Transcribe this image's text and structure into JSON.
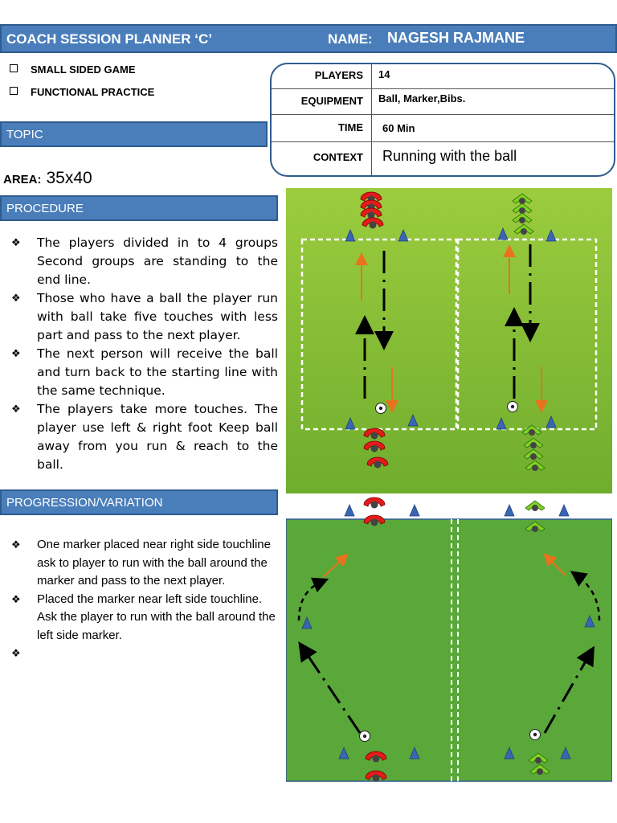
{
  "header": {
    "title": "COACH SESSION PLANNER ‘C’",
    "name_label": "NAME:",
    "name_value": "NAGESH RAJMANE"
  },
  "session_types": [
    "SMALL SIDED GAME",
    "FUNCTIONAL PRACTICE"
  ],
  "topic_label": "TOPIC",
  "info": [
    {
      "label": "PLAYERS",
      "value": "14"
    },
    {
      "label": "EQUIPMENT",
      "value": "Ball, Marker,Bibs."
    },
    {
      "label": "TIME",
      "value": "60 Min"
    },
    {
      "label": "CONTEXT",
      "value": "Running with the ball"
    }
  ],
  "area": {
    "label": "AREA:",
    "value": "35x40"
  },
  "procedure": {
    "label": "PROCEDURE",
    "bullets": [
      "The players divided in to 4 groups Second groups are standing to the end line.",
      "Those who have a ball the player run with ball take five touches with less part and pass to the next player.",
      "The next person will receive the ball and turn back to the starting line with the same technique.",
      "The players take more touches. The player use left & right foot Keep ball away from you run & reach to the ball."
    ]
  },
  "progression": {
    "label": "PROGRESSION/VARIATION",
    "bullets": [
      "One marker placed near right side touchline ask to player to run with the ball around the marker and pass to the next player.",
      "Placed the marker near left side touchline. Ask the player to run with the ball around the left side marker.",
      ""
    ]
  },
  "colors": {
    "header_blue": "#4a7ebb",
    "pitch_top": "#86bf35",
    "pitch_bottom": "#5aa83a",
    "team_red": "#e31b1b",
    "team_green": "#7ed321",
    "cone_blue": "#3a66b4",
    "arrow_orange": "#e8731e"
  }
}
